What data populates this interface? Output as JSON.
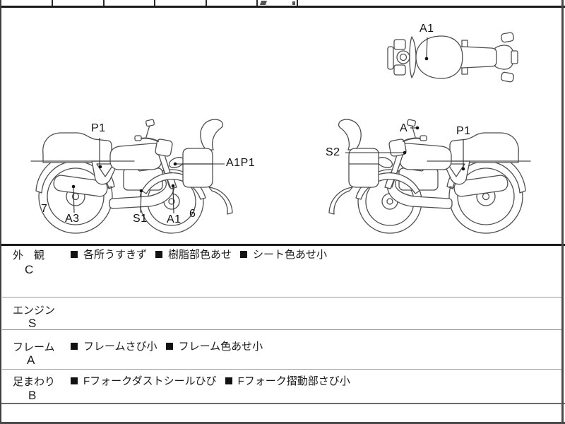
{
  "colors": {
    "ink": "#1a1a1a",
    "line_art": "#4e4e4e"
  },
  "diagrams": {
    "top_view": {
      "a1": "A1"
    },
    "right_side": {
      "p1": "P1",
      "a1p1": "A1P1",
      "n7": "7",
      "a3": "A3",
      "s1": "S1",
      "a1": "A1",
      "n6": "6"
    },
    "left_side": {
      "s2": "S2",
      "a": "A",
      "p1": "P1"
    }
  },
  "table": {
    "rows": [
      {
        "category": "外　観",
        "grade": "C",
        "items": [
          "各所うすきず",
          "樹脂部色あせ",
          "シート色あせ小"
        ]
      },
      {
        "category": "エンジン",
        "grade": "S",
        "items": []
      },
      {
        "category": "フレーム",
        "grade": "A",
        "items": [
          "フレームさび小",
          "フレーム色あせ小"
        ]
      },
      {
        "category": "足まわり",
        "grade": "B",
        "items": [
          "Fフォークダストシールひび",
          "Fフォーク摺動部さび小"
        ]
      }
    ]
  }
}
